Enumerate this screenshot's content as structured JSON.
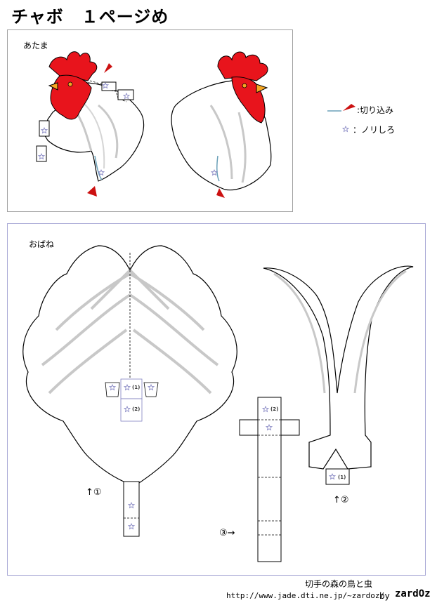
{
  "title": "チャボ　１ページめ",
  "head_section": {
    "label": "あたま"
  },
  "tail_section": {
    "label": "おばね"
  },
  "legend": {
    "cut_label": ":切り込み",
    "glue_label": "：ノリしろ"
  },
  "glue_tabs": {
    "tab1": "(1)",
    "tab2": "(2)"
  },
  "step_labels": {
    "step1": "↑①",
    "step2": "↑②",
    "step3": "③→"
  },
  "footer": {
    "credit": "切手の森の鳥と虫",
    "url": "http://www.jade.dti.ne.jp/~zardoz/",
    "by": "by",
    "logo": "zardOz"
  },
  "colors": {
    "comb": "#e8141c",
    "beak": "#f5a623",
    "outline": "#000000",
    "feather_shade": "#c8c8c8",
    "glue_star": "#8080c0",
    "cut_arrow": "#cc1111"
  }
}
